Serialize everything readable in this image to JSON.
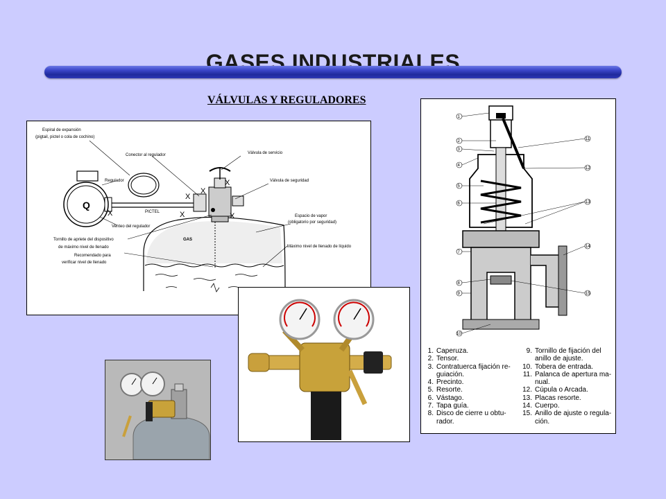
{
  "slide": {
    "title": "GASES INDUSTRIALES",
    "subtitle": "VÁLVULAS Y REGULADORES"
  },
  "diagram": {
    "labels": {
      "espiral": "Espiral de expansión",
      "pigtail": "(pigtail, pictel o cola de cochino)",
      "conector": "Conector al regulador",
      "valvula_servicio": "Válvula de servicio",
      "regulador": "Regulador",
      "valvula_seguridad": "Válvula de seguridad",
      "pictel": "PICTEL",
      "espacio_vapor": "Espacio de vapor",
      "obligatorio": "(obligatorio por seguridad)",
      "venteo": "Venteo del regulador",
      "tornillo1": "Tornillo de apriete del dispositivo",
      "tornillo2": "de máximo nivel de llenado",
      "gas": "GAS",
      "maximo": "Máximo nivel de llenado de líquido",
      "recomendado1": "Recomendado para",
      "recomendado2": "verificar nivel de llenado",
      "x": "X",
      "q": "Q"
    }
  },
  "valve": {
    "callouts": [
      "1",
      "2",
      "3",
      "4",
      "5",
      "6",
      "7",
      "8",
      "9",
      "10",
      "11",
      "12",
      "13",
      "14",
      "15"
    ],
    "legend_col1": [
      {
        "n": "1.",
        "t": "Caperuza."
      },
      {
        "n": "2.",
        "t": "Tensor."
      },
      {
        "n": "3.",
        "t": "Contratuerca fijación re-"
      },
      {
        "n": "",
        "t": "guiación."
      },
      {
        "n": "4.",
        "t": "Precinto."
      },
      {
        "n": "5.",
        "t": "Resorte."
      },
      {
        "n": "6.",
        "t": "Vástago."
      },
      {
        "n": "7.",
        "t": "Tapa guía."
      },
      {
        "n": "8.",
        "t": "Disco de cierre u obtu-"
      },
      {
        "n": "",
        "t": "rador."
      }
    ],
    "legend_col2": [
      {
        "n": "9.",
        "t": "Tornillo de fijación del"
      },
      {
        "n": "",
        "t": "anillo de ajuste."
      },
      {
        "n": "10.",
        "t": "Tobera de entrada."
      },
      {
        "n": "11.",
        "t": "Palanca de apertura ma-"
      },
      {
        "n": "",
        "t": "nual."
      },
      {
        "n": "12.",
        "t": "Cúpula o Arcada."
      },
      {
        "n": "13.",
        "t": "Placas resorte."
      },
      {
        "n": "14.",
        "t": "Cuerpo."
      },
      {
        "n": "15.",
        "t": "Anillo de ajuste o regula-"
      },
      {
        "n": "",
        "t": "ción."
      }
    ]
  },
  "colors": {
    "background": "#ccccff",
    "bar": "#2b36b5",
    "brass": "#c8a23a"
  }
}
